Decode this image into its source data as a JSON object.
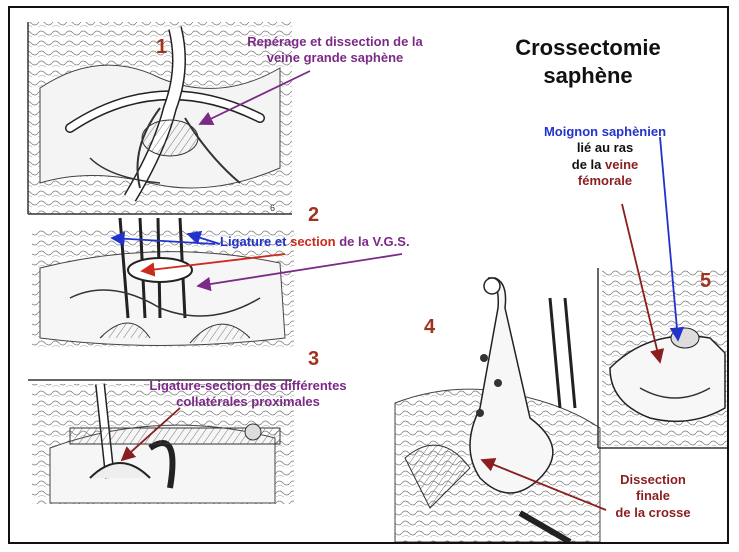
{
  "title_line1": "Crossectomie",
  "title_line2": "saphène",
  "steps": {
    "s1": "1",
    "s2": "2",
    "s3": "3",
    "s4": "4",
    "s5": "5"
  },
  "panel_fig_number": "6",
  "label1": {
    "line1": "Repérage et dissection de la",
    "line2": "veine grande saphène"
  },
  "label2": {
    "part1": "Ligature",
    "part2": " et ",
    "part3": "section",
    "part4": " de la V.G.S."
  },
  "label3": {
    "line1": "Ligature-section des différentes",
    "line2": "collatérales proximales"
  },
  "label5": {
    "line1": "Moignon saphènien",
    "line2": "lié au ras",
    "line3a": "de la ",
    "line3b": "veine",
    "line4": "fémorale"
  },
  "label4": {
    "line1": "Dissection",
    "line2": "finale",
    "line3": "de la crosse"
  },
  "colors": {
    "purple": "#7b2a86",
    "blue": "#2233cc",
    "red": "#cc2a1c",
    "maroon": "#8b1e1e",
    "number": "#a0321e"
  }
}
